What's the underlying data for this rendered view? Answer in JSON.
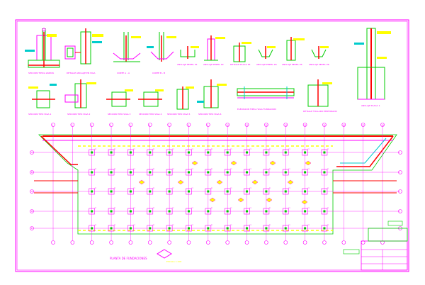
{
  "colors": {
    "background": "#ffffff",
    "frame": "#ff00ff",
    "red": "#ff0000",
    "green": "#00cc00",
    "yellow": "#ffff00",
    "cyan": "#00cccc",
    "blue": "#0000ff",
    "dark_yellow": "#cccc00"
  },
  "detail_labels": [
    "SECCION TIPICA ZAPATA",
    "DETALLE ANCLAJE EN VIGA",
    "CORTE A - A",
    "CORTE B - B",
    "ANCLAJE PERFIL P1",
    "ANCLAJE PERFIL P2",
    "DETALLE PLACA P3",
    "ANCLAJE PERFIL P4",
    "ANCLAJE PERFIL P5",
    "ANCLAJE PERFIL P6",
    "ANCLAJE PLACA 1"
  ],
  "detail_labels_row2": [
    "SECCION TIPO VIGA 1",
    "SECCION TIPO VIGA 2",
    "SECCION TIPO VIGA 3",
    "SECCION TIPO VIGA 4",
    "SECCION TIPO VIGA 5",
    "SECCION TIPO VIGA 6"
  ],
  "elevation_label": "ELEVACION   TIPICA   VIGA   FUNDACION",
  "detail_anclaje_label": "DETALLE  TOLLADO  PERFORADO",
  "plan_title": "PLANTA     DE     FUNDACIONES",
  "plan_subtitle": "ESCALA 1:100",
  "pier_tag": "P1",
  "grid_numbers": [
    "1",
    "2",
    "3",
    "4",
    "5",
    "6",
    "7",
    "8",
    "9",
    "10",
    "11",
    "12",
    "13",
    "14",
    "15",
    "16",
    "17",
    "18"
  ],
  "grid_letters": [
    "A",
    "B",
    "C",
    "D",
    "E"
  ],
  "title_block": {
    "company": "",
    "sheet": ""
  }
}
